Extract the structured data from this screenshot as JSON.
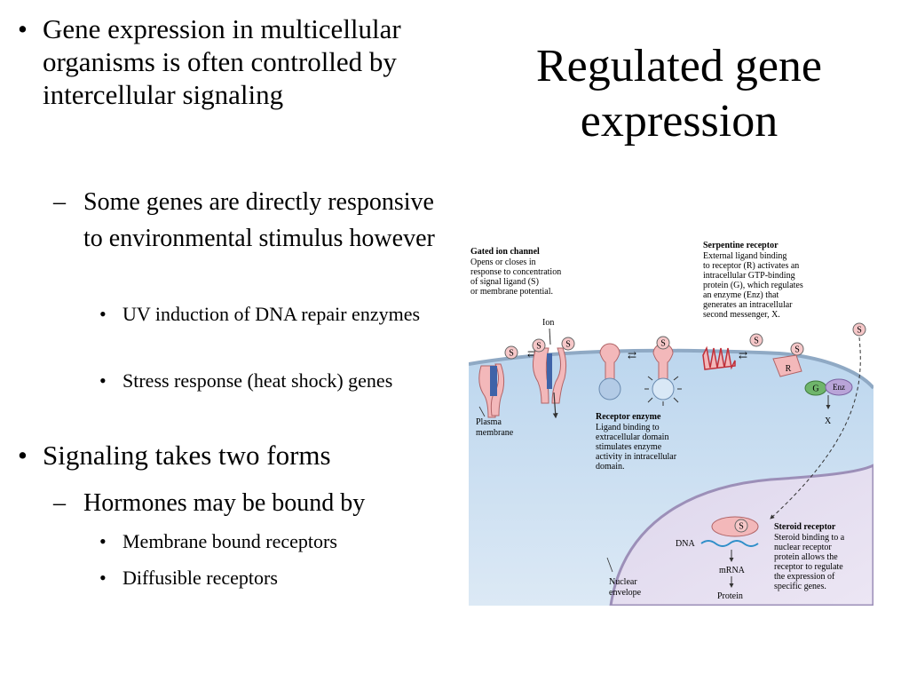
{
  "slide": {
    "title": "Regulated gene expression",
    "bullets": [
      {
        "text": "Gene expression in multicellular organisms is often controlled by intercellular signaling"
      },
      {
        "text": "Some genes are directly responsive to environmental stimulus however"
      },
      {
        "text": " UV induction of DNA repair enzymes"
      },
      {
        "text": "Stress response (heat shock) genes"
      },
      {
        "text": "Signaling takes two forms"
      },
      {
        "text": "Hormones may be bound by"
      },
      {
        "text": "Membrane bound receptors"
      },
      {
        "text": "Diffusible receptors"
      }
    ],
    "bullet_glyph_1": "•",
    "bullet_glyph_2": "–",
    "bullet_glyph_3": "•"
  },
  "figure": {
    "gated_title": "Gated ion channel",
    "gated_lines": [
      "Opens or closes in",
      "response to concentration",
      "of signal ligand (S)",
      "or membrane potential."
    ],
    "serp_title": "Serpentine receptor",
    "serp_lines": [
      "External ligand binding",
      "to receptor (R) activates an",
      "intracellular GTP-binding",
      "protein (G), which regulates",
      "an enzyme (Enz) that",
      "generates an intracellular",
      "second messenger, X."
    ],
    "enz_title": "Receptor enzyme",
    "enz_lines": [
      "Ligand binding to",
      "extracellular domain",
      "stimulates enzyme",
      "activity in intracellular",
      "domain."
    ],
    "steroid_title": "Steroid receptor",
    "steroid_lines": [
      "Steroid binding to a",
      "nuclear receptor",
      "protein allows the",
      "receptor to regulate",
      "the expression of",
      "specific genes."
    ],
    "plasma_lines": [
      "Plasma",
      "membrane"
    ],
    "nuclear_lines": [
      "Nuclear",
      "envelope"
    ],
    "ion": "Ion",
    "S": "S",
    "R": "R",
    "G": "G",
    "Enz": "Enz",
    "X": "X",
    "DNA": "DNA",
    "mRNA": "mRNA",
    "Protein": "Protein"
  }
}
